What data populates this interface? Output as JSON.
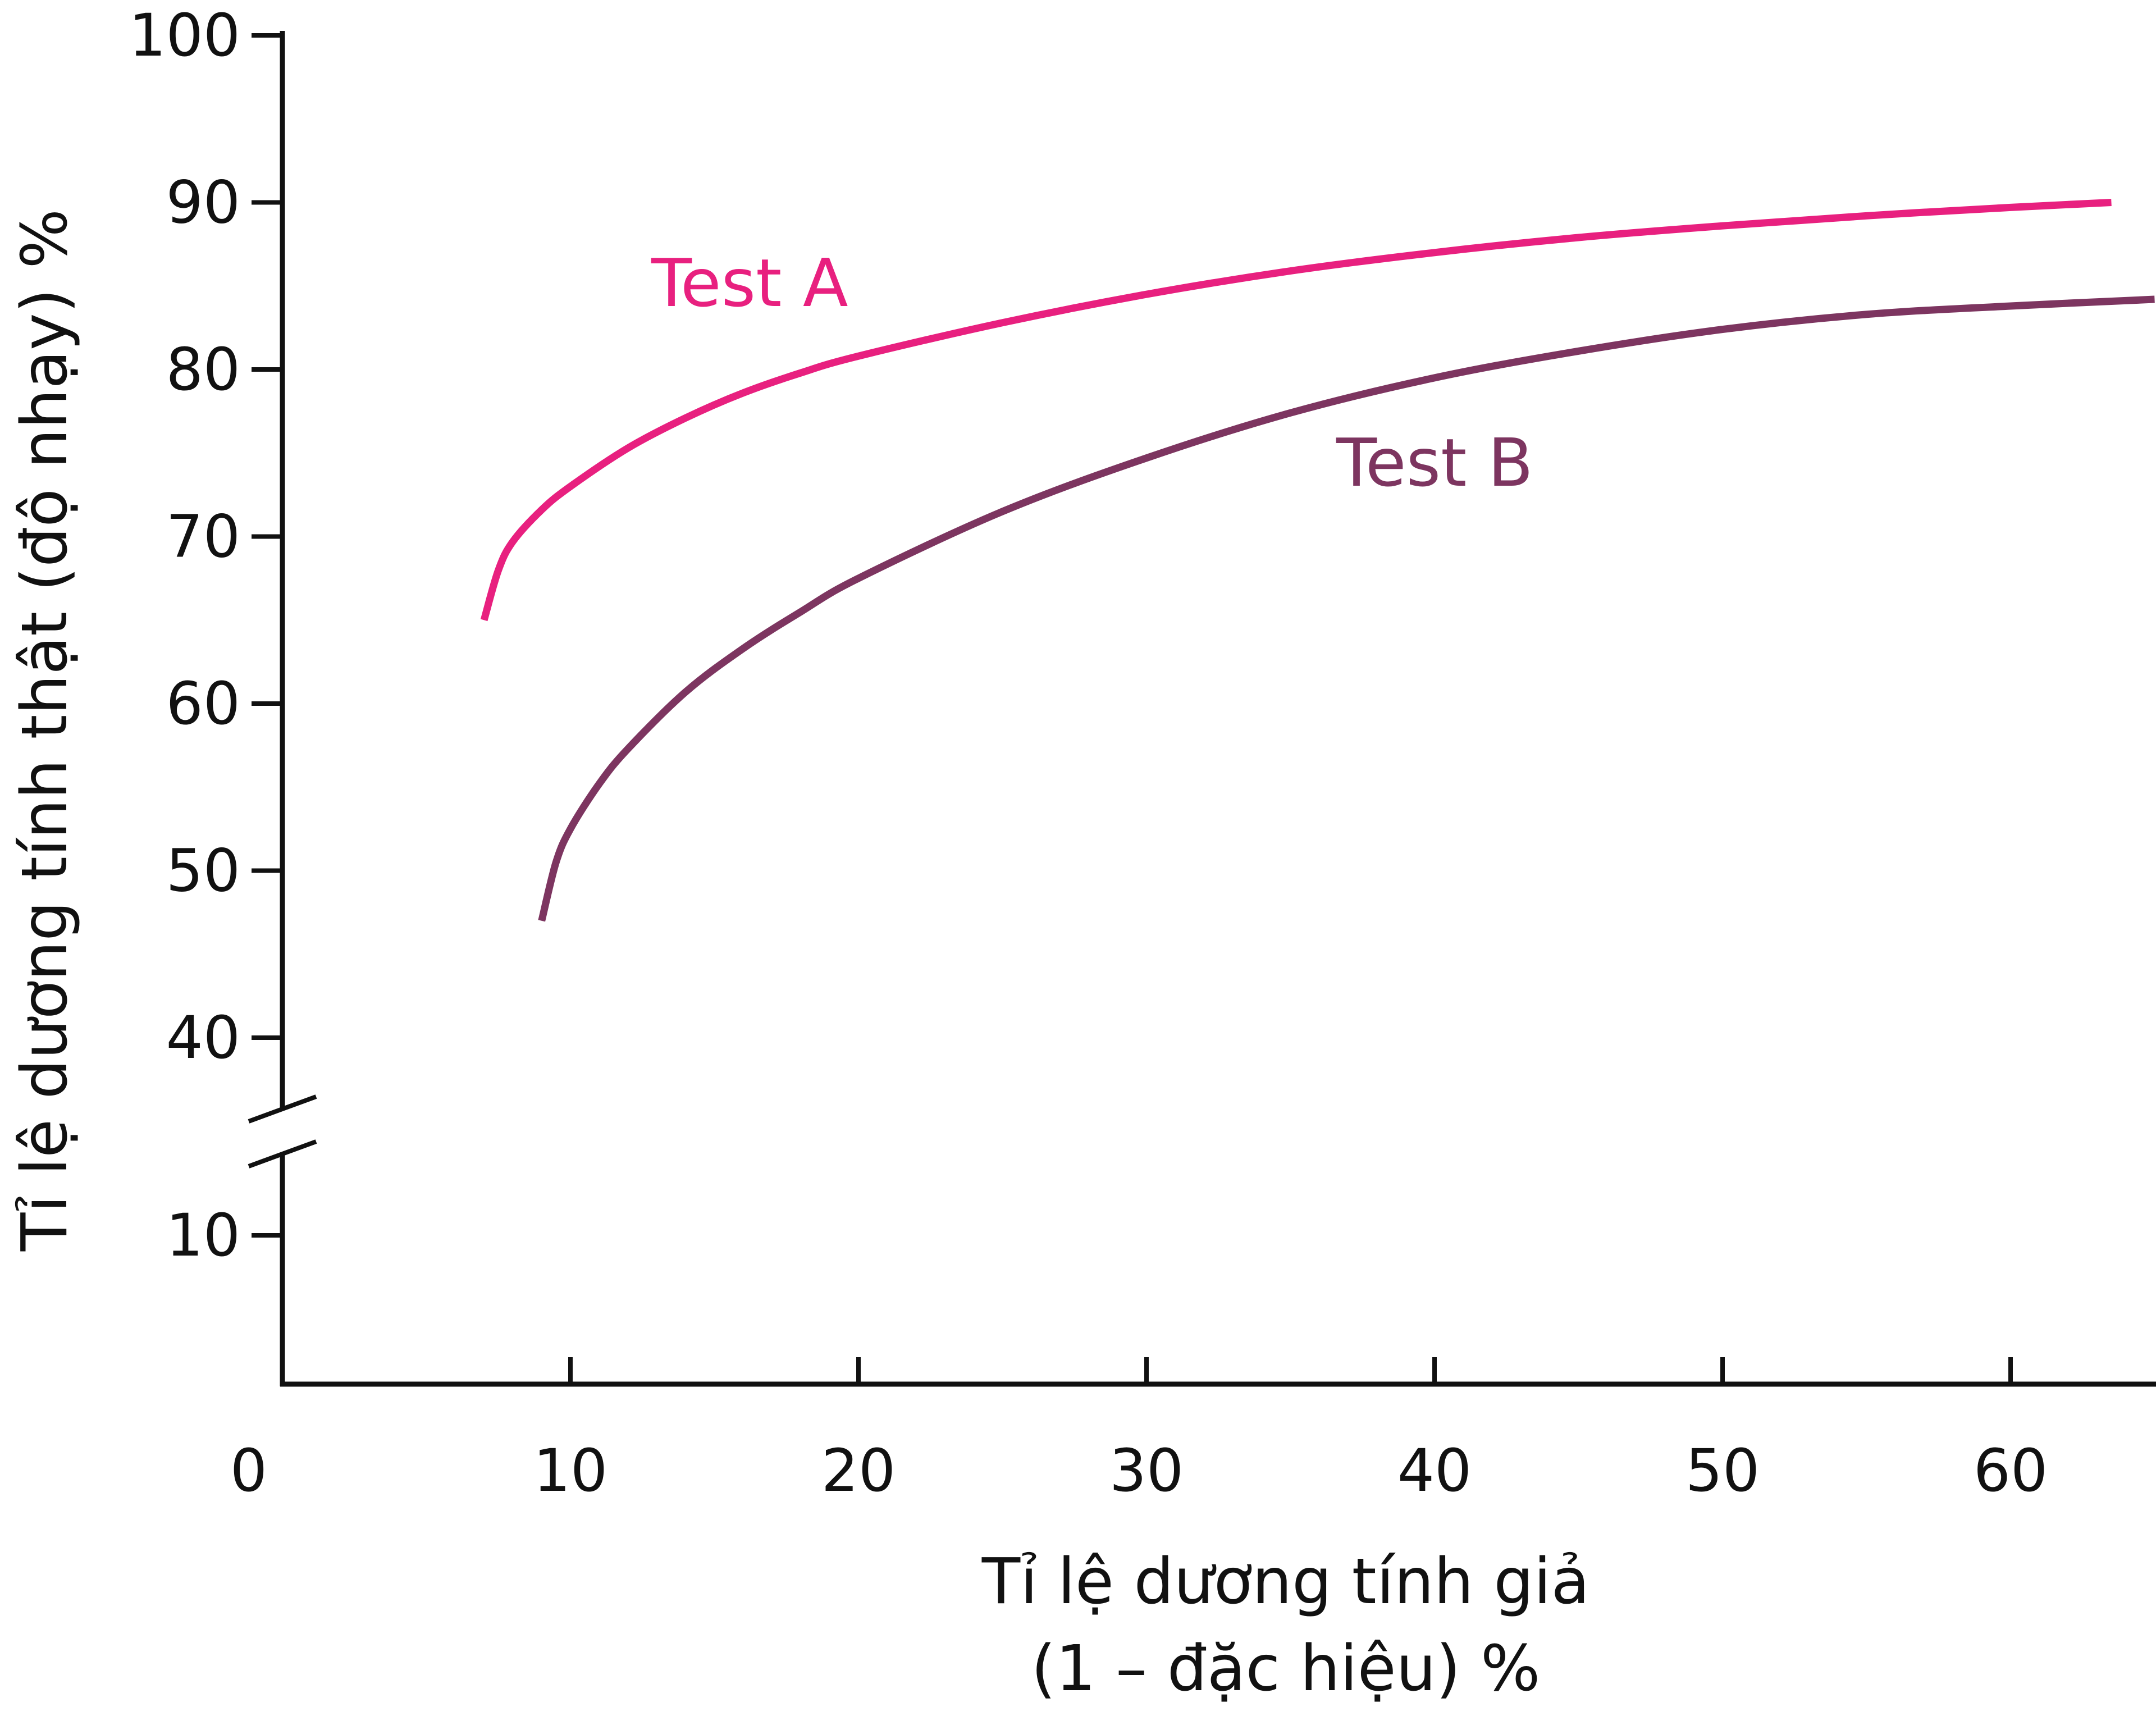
{
  "chart_data": {
    "type": "line",
    "title": "",
    "xlabel_lines": [
      "Tỉ lệ dương tính giả",
      "(1 – đặc hiệu) %"
    ],
    "ylabel": "Tỉ lệ dương tính thật (độ nhạy) %",
    "x_ticks": [
      0,
      10,
      20,
      30,
      40,
      50,
      60
    ],
    "y_ticks": [
      10,
      40,
      50,
      60,
      70,
      80,
      90,
      100
    ],
    "xlim": [
      0,
      65
    ],
    "ylim": [
      0,
      100
    ],
    "y_axis_break": [
      15,
      35
    ],
    "grid": false,
    "legend": "none",
    "series": [
      {
        "name": "Test A",
        "color": "#e8207f",
        "x": [
          7,
          7.5,
          8,
          9,
          10,
          12,
          14,
          16,
          18,
          20,
          25,
          30,
          35,
          40,
          45,
          50,
          55,
          60,
          63.5
        ],
        "y": [
          65,
          68,
          69.7,
          71.6,
          73.0,
          75.3,
          77.1,
          78.6,
          79.8,
          80.8,
          82.8,
          84.5,
          85.9,
          87.0,
          87.9,
          88.6,
          89.2,
          89.7,
          90.0
        ]
      },
      {
        "name": "Test B",
        "color": "#7d3560",
        "x": [
          9,
          9.5,
          10,
          11,
          12,
          14,
          16,
          18,
          20,
          25,
          30,
          35,
          40,
          45,
          50,
          55,
          60,
          65
        ],
        "y": [
          47,
          50.5,
          52.5,
          55.2,
          57.3,
          60.7,
          63.3,
          65.5,
          67.5,
          71.5,
          74.7,
          77.4,
          79.5,
          81.1,
          82.4,
          83.3,
          83.8,
          84.2
        ]
      }
    ]
  }
}
